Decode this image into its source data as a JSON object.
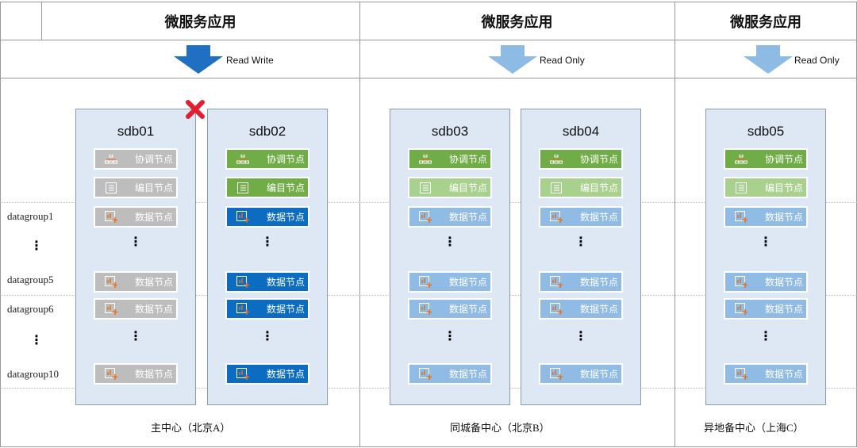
{
  "colors": {
    "offline": "#bdbdbd",
    "primary_meta": "#70ad47",
    "standby_meta": "#a9d18e",
    "primary_data": "#0b6cc2",
    "standby_data": "#8fbbe5",
    "failure": "#e0202e"
  },
  "headers": [
    "微服务应用",
    "微服务应用",
    "微服务应用"
  ],
  "access": [
    {
      "label": "Read Write",
      "arrow": "#1f6fc2"
    },
    {
      "label": "Read Only",
      "arrow": "#8dbbe3"
    },
    {
      "label": "Read Only",
      "arrow": "#8dbbe3"
    }
  ],
  "row_labels": [
    "datagroup1",
    "⋮",
    "datagroup5",
    "datagroup6",
    "⋮",
    "datagroup10"
  ],
  "node_labels": {
    "coord": "协调节点",
    "catalog": "编目节点",
    "data": "数据节点"
  },
  "ellipsis": "⋮",
  "servers": [
    {
      "name": "sdb01",
      "failed": true,
      "coord": "offline",
      "catalog": "offline",
      "data": "offline"
    },
    {
      "name": "sdb02",
      "failed": false,
      "coord": "primary_meta",
      "catalog": "primary_meta",
      "data": "primary_data"
    },
    {
      "name": "sdb03",
      "failed": false,
      "coord": "primary_meta",
      "catalog": "standby_meta",
      "data": "standby_data"
    },
    {
      "name": "sdb04",
      "failed": false,
      "coord": "primary_meta",
      "catalog": "standby_meta",
      "data": "standby_data"
    },
    {
      "name": "sdb05",
      "failed": false,
      "coord": "primary_meta",
      "catalog": "standby_meta",
      "data": "standby_data"
    }
  ],
  "centers": [
    "主中心（北京A）",
    "同城备中心（北京B）",
    "异地备中心（上海C）"
  ]
}
